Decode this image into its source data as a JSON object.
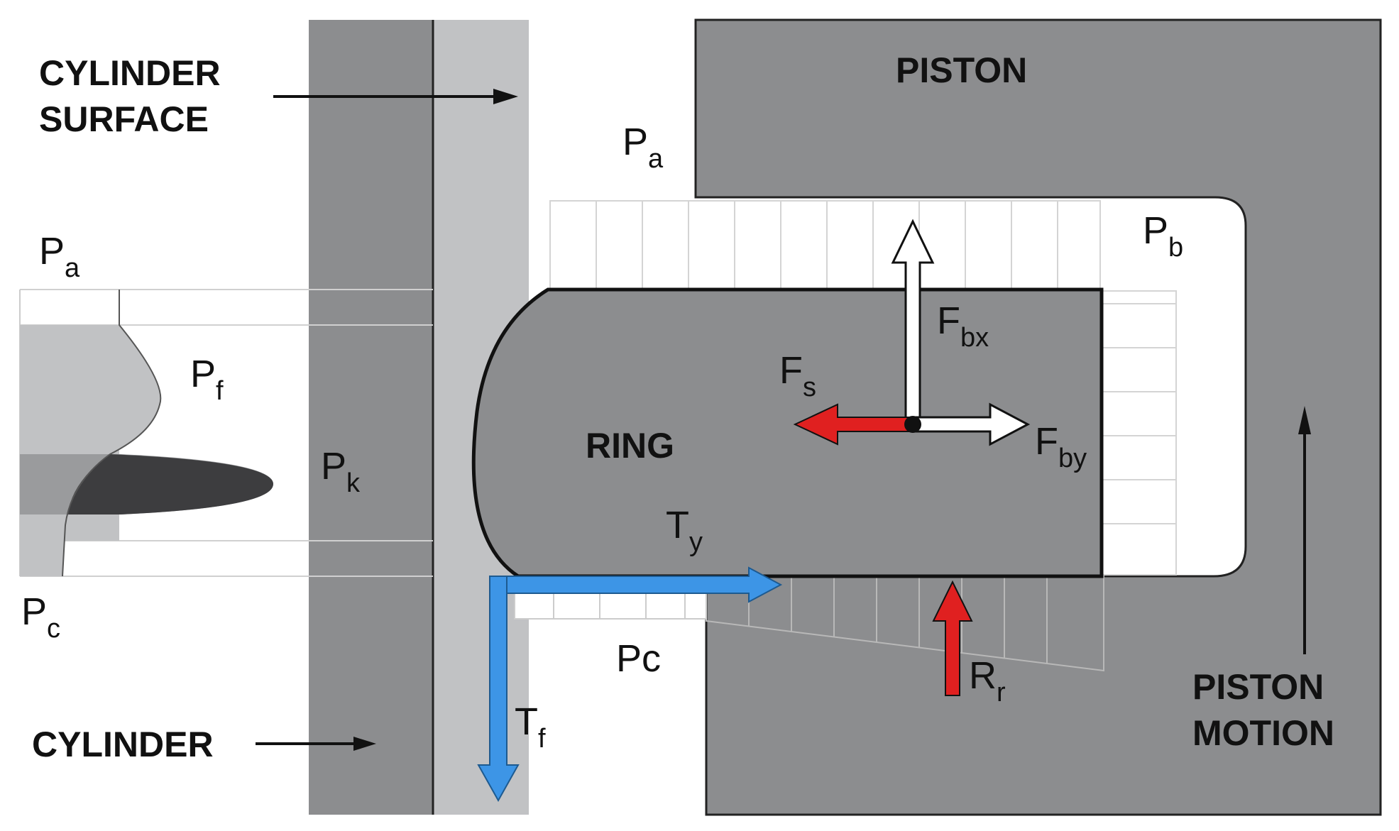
{
  "labels": {
    "cylinder_surface_line1": "CYLINDER",
    "cylinder_surface_line2": "SURFACE",
    "cylinder": "CYLINDER",
    "piston": "PISTON",
    "ring": "RING",
    "piston_motion_line1": "PISTON",
    "piston_motion_line2": "MOTION"
  },
  "symbols": {
    "pa_top": {
      "main": "P",
      "sub": "a"
    },
    "pa_left": {
      "main": "P",
      "sub": "a"
    },
    "pb": {
      "main": "P",
      "sub": "b"
    },
    "pf": {
      "main": "P",
      "sub": "f"
    },
    "pk": {
      "main": "P",
      "sub": "k"
    },
    "pc_left": {
      "main": "P",
      "sub": "c"
    },
    "pc_groove": {
      "main": "Pc",
      "sub": ""
    },
    "fbx": {
      "main": "F",
      "sub": "bx"
    },
    "fby": {
      "main": "F",
      "sub": "by"
    },
    "fs": {
      "main": "F",
      "sub": "s"
    },
    "ty": {
      "main": "T",
      "sub": "y"
    },
    "tf": {
      "main": "T",
      "sub": "f"
    },
    "rr": {
      "main": "R",
      "sub": "r"
    }
  },
  "colors": {
    "steel": "#8c8d8f",
    "film": "#c1c2c4",
    "red_force": "#e02020",
    "blue_force": "#3d95e6",
    "white_force": "#ffffff"
  }
}
